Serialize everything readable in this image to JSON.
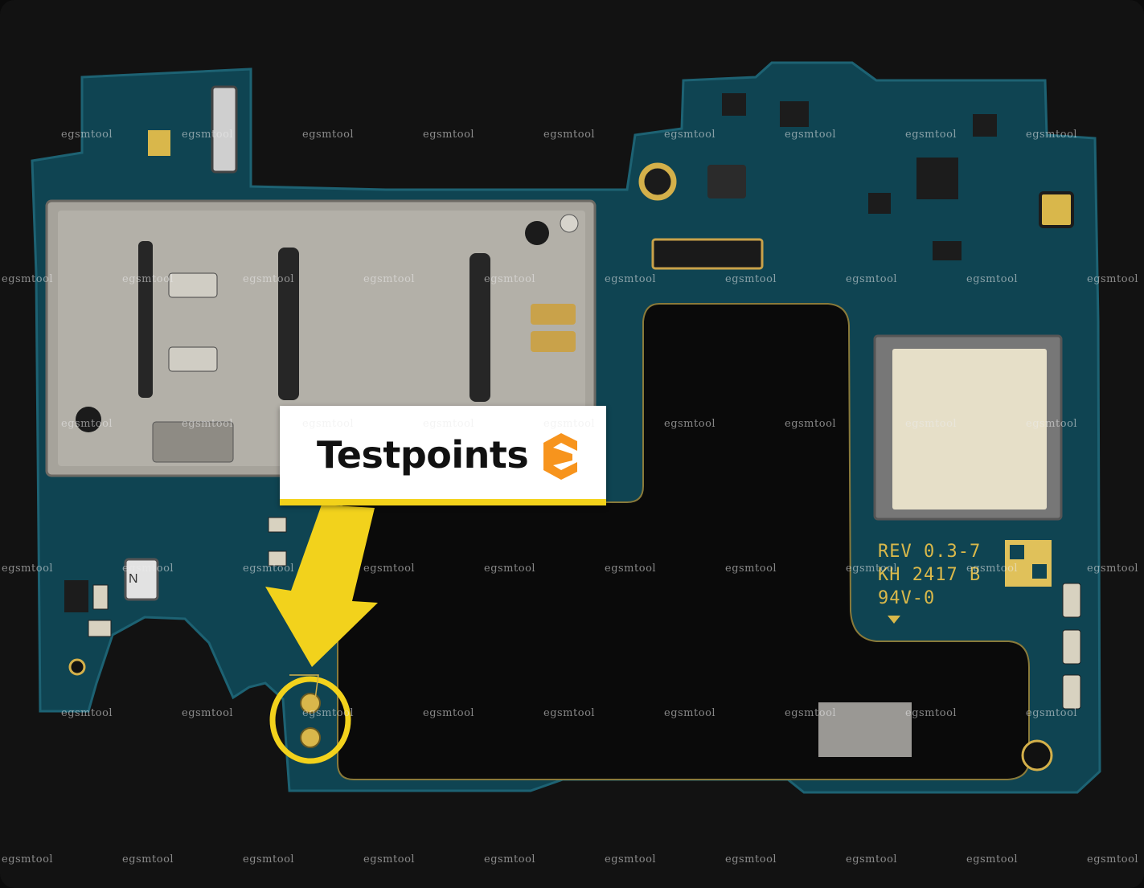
{
  "banner": {
    "title": "Testpoints",
    "accent_color": "#f7941d",
    "bar_color": "#f3d21a",
    "logo_icon": "egsmtool-e-logo-icon"
  },
  "board": {
    "silkscreen": [
      "REV 0.3-7",
      "KH 2417 B",
      "94V-0"
    ],
    "component_mark": "N",
    "pcb_color": "#0f4452",
    "highlight_color": "#f2d21c"
  },
  "watermark": {
    "text": "egsmtool",
    "row_count": 6,
    "column_count": 10
  }
}
